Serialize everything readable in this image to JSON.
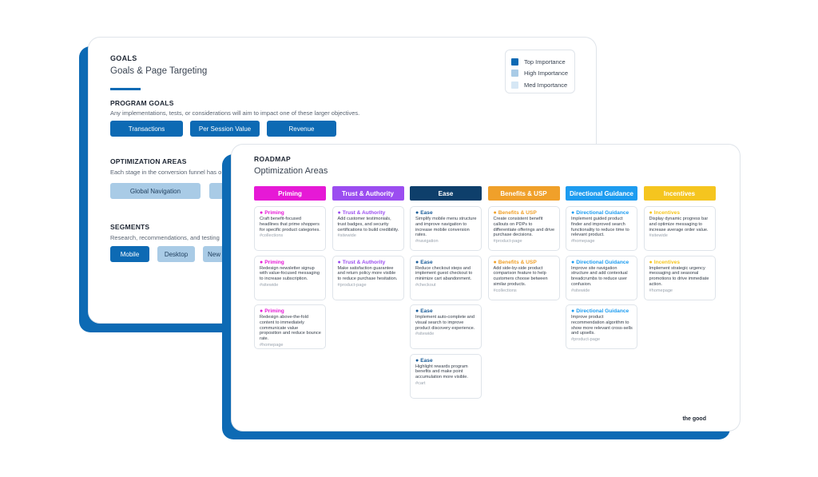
{
  "goals_card": {
    "kicker": "GOALS",
    "title": "Goals & Page Targeting",
    "program_goals": {
      "heading": "PROGRAM GOALS",
      "description": "Any implementations, tests, or considerations will aim to impact one of these larger objectives.",
      "pills": [
        "Transactions",
        "Per Session Value",
        "Revenue"
      ]
    },
    "optimization_areas": {
      "heading": "OPTIMIZATION AREAS",
      "description": "Each stage in the conversion funnel has o",
      "pills": [
        "Global Navigation",
        ""
      ]
    },
    "segments": {
      "heading": "SEGMENTS",
      "description": "Research, recommendations, and testing",
      "pills": [
        "Mobile",
        "Desktop",
        "New"
      ]
    },
    "legend": [
      {
        "label": "Top Importance",
        "color": "#0d6ab4"
      },
      {
        "label": "High Importance",
        "color": "#a9cbe6"
      },
      {
        "label": "Med Importance",
        "color": "#d6e7f5"
      }
    ]
  },
  "roadmap_card": {
    "kicker": "ROADMAP",
    "title": "Optimization Areas",
    "brand": "the good",
    "columns": [
      {
        "label": "Priming",
        "color": "#e619d6",
        "text_color": "#ffffff",
        "cards": [
          {
            "category": "Priming",
            "description": "Craft benefit-focused headlines that prime shoppers for specific product categories.",
            "tag": "#collections"
          },
          {
            "category": "Priming",
            "description": "Redesign newsletter signup with value-focused messaging to increase subscription.",
            "tag": "#sitewide"
          },
          {
            "category": "Priming",
            "description": "Redesign above-the-fold content to immediately communicate value proposition and reduce bounce rate.",
            "tag": "#homepage"
          }
        ]
      },
      {
        "label": "Trust & Authority",
        "color": "#9b4df0",
        "text_color": "#ffffff",
        "cards": [
          {
            "category": "Trust & Authority",
            "description": "Add customer testimonials, trust badges, and security certifications to build credibility.",
            "tag": "#sitewide"
          },
          {
            "category": "Trust & Authority",
            "description": "Make satisfaction guarantee and return policy more visible to reduce purchase hesitation.",
            "tag": "#product-page"
          }
        ]
      },
      {
        "label": "Ease",
        "color": "#0e3f6b",
        "text_color": "#ffffff",
        "cards": [
          {
            "category": "Ease",
            "description": "Simplify mobile menu structure and improve navigation to increase mobile conversion rates.",
            "tag": "#navigation"
          },
          {
            "category": "Ease",
            "description": "Reduce checkout steps and implement guest checkout to minimize cart abandonment.",
            "tag": "#checkout"
          },
          {
            "category": "Ease",
            "description": "Implement auto-complete and visual search to improve product discovery experience.",
            "tag": "#sitewide"
          },
          {
            "category": "Ease",
            "description": "Highlight rewards program benefits and make point accumulation more visible.",
            "tag": "#cart"
          }
        ]
      },
      {
        "label": "Benefits & USP",
        "color": "#f0a02a",
        "text_color": "#ffffff",
        "cards": [
          {
            "category": "Benefits & USP",
            "description": "Create consistent benefit callouts on PDPs to differentiate offerings and drive purchase decisions.",
            "tag": "#product-page"
          },
          {
            "category": "Benefits & USP",
            "description": "Add side-by-side product comparison feature to help customers choose between similar products.",
            "tag": "#collections"
          }
        ]
      },
      {
        "label": "Directional Guidance",
        "color": "#1d9cf0",
        "text_color": "#ffffff",
        "cards": [
          {
            "category": "Directional Guidance",
            "description": "Implement guided product finder and improved search functionality to reduce time to relevant product.",
            "tag": "#homepage"
          },
          {
            "category": "Directional Guidance",
            "description": "Improve site navigation structure and add contextual breadcrumbs to reduce user confusion.",
            "tag": "#sitewide"
          },
          {
            "category": "Directional Guidance",
            "description": "Improve product recommendation algorithm to show more relevant cross-sells and upsells.",
            "tag": "#product-page"
          }
        ]
      },
      {
        "label": "Incentives",
        "color": "#f5c51f",
        "text_color": "#ffffff",
        "cards": [
          {
            "category": "Incentives",
            "description": "Display dynamic progress bar and optimize messaging to increase average order value.",
            "tag": "#sitewide"
          },
          {
            "category": "Incentives",
            "description": "Implement strategic urgency messaging and seasonal promotions to drive immediate action.",
            "tag": "#homepage"
          }
        ]
      }
    ]
  }
}
